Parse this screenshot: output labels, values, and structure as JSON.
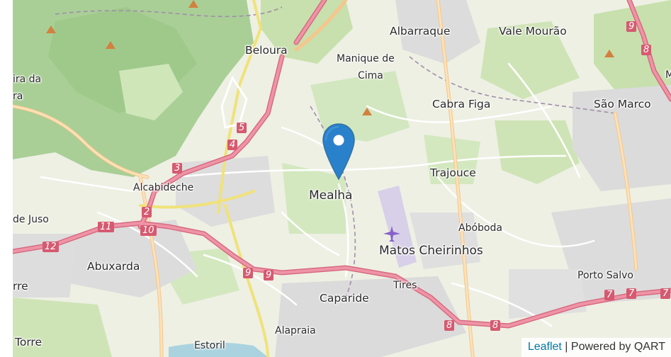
{
  "map": {
    "places": [
      {
        "id": "albarraque",
        "label": "Albarraque"
      },
      {
        "id": "vale-mourao",
        "label": "Vale Mourão"
      },
      {
        "id": "beloura",
        "label": "Beloura"
      },
      {
        "id": "manique-1",
        "label": "Manique de"
      },
      {
        "id": "manique-2",
        "label": "Cima"
      },
      {
        "id": "ira-da",
        "label": "ira da"
      },
      {
        "id": "ra",
        "label": "ra"
      },
      {
        "id": "cabra-figa",
        "label": "Cabra Figa"
      },
      {
        "id": "sao-marco",
        "label": "São Marco"
      },
      {
        "id": "trajouce",
        "label": "Trajouce"
      },
      {
        "id": "alcabideche",
        "label": "Alcabideche"
      },
      {
        "id": "mealha",
        "label": "Mealha"
      },
      {
        "id": "de-juso",
        "label": "de Juso"
      },
      {
        "id": "abobada",
        "label": "Abóboda"
      },
      {
        "id": "matos-cheirinhos",
        "label": "Matos Cheirinhos"
      },
      {
        "id": "abuxarda",
        "label": "Abuxarda"
      },
      {
        "id": "rre",
        "label": "rre"
      },
      {
        "id": "tires",
        "label": "Tires"
      },
      {
        "id": "porto-salvo",
        "label": "Porto Salvo"
      },
      {
        "id": "caparide",
        "label": "Caparide"
      },
      {
        "id": "torre",
        "label": "Torre"
      },
      {
        "id": "alapraia",
        "label": "Alapraia"
      },
      {
        "id": "estoril",
        "label": "Estoril"
      },
      {
        "id": "m-edge",
        "label": "M"
      }
    ],
    "road_shields": [
      "9",
      "8",
      "5",
      "4",
      "3",
      "2",
      "11",
      "10",
      "12",
      "9",
      "9",
      "8",
      "8",
      "7",
      "7",
      "7"
    ]
  },
  "attribution": {
    "link_label": "Leaflet",
    "separator": " | ",
    "text": "Powered by QART"
  },
  "colors": {
    "land": "#f2efe9",
    "forest": "#add19e",
    "park": "#c8e6b0",
    "urban": "#dddddd",
    "motorway": "#e892a2",
    "trunk": "#f9b29c",
    "primary": "#fcd6a4",
    "marker": "#2a81cb"
  }
}
